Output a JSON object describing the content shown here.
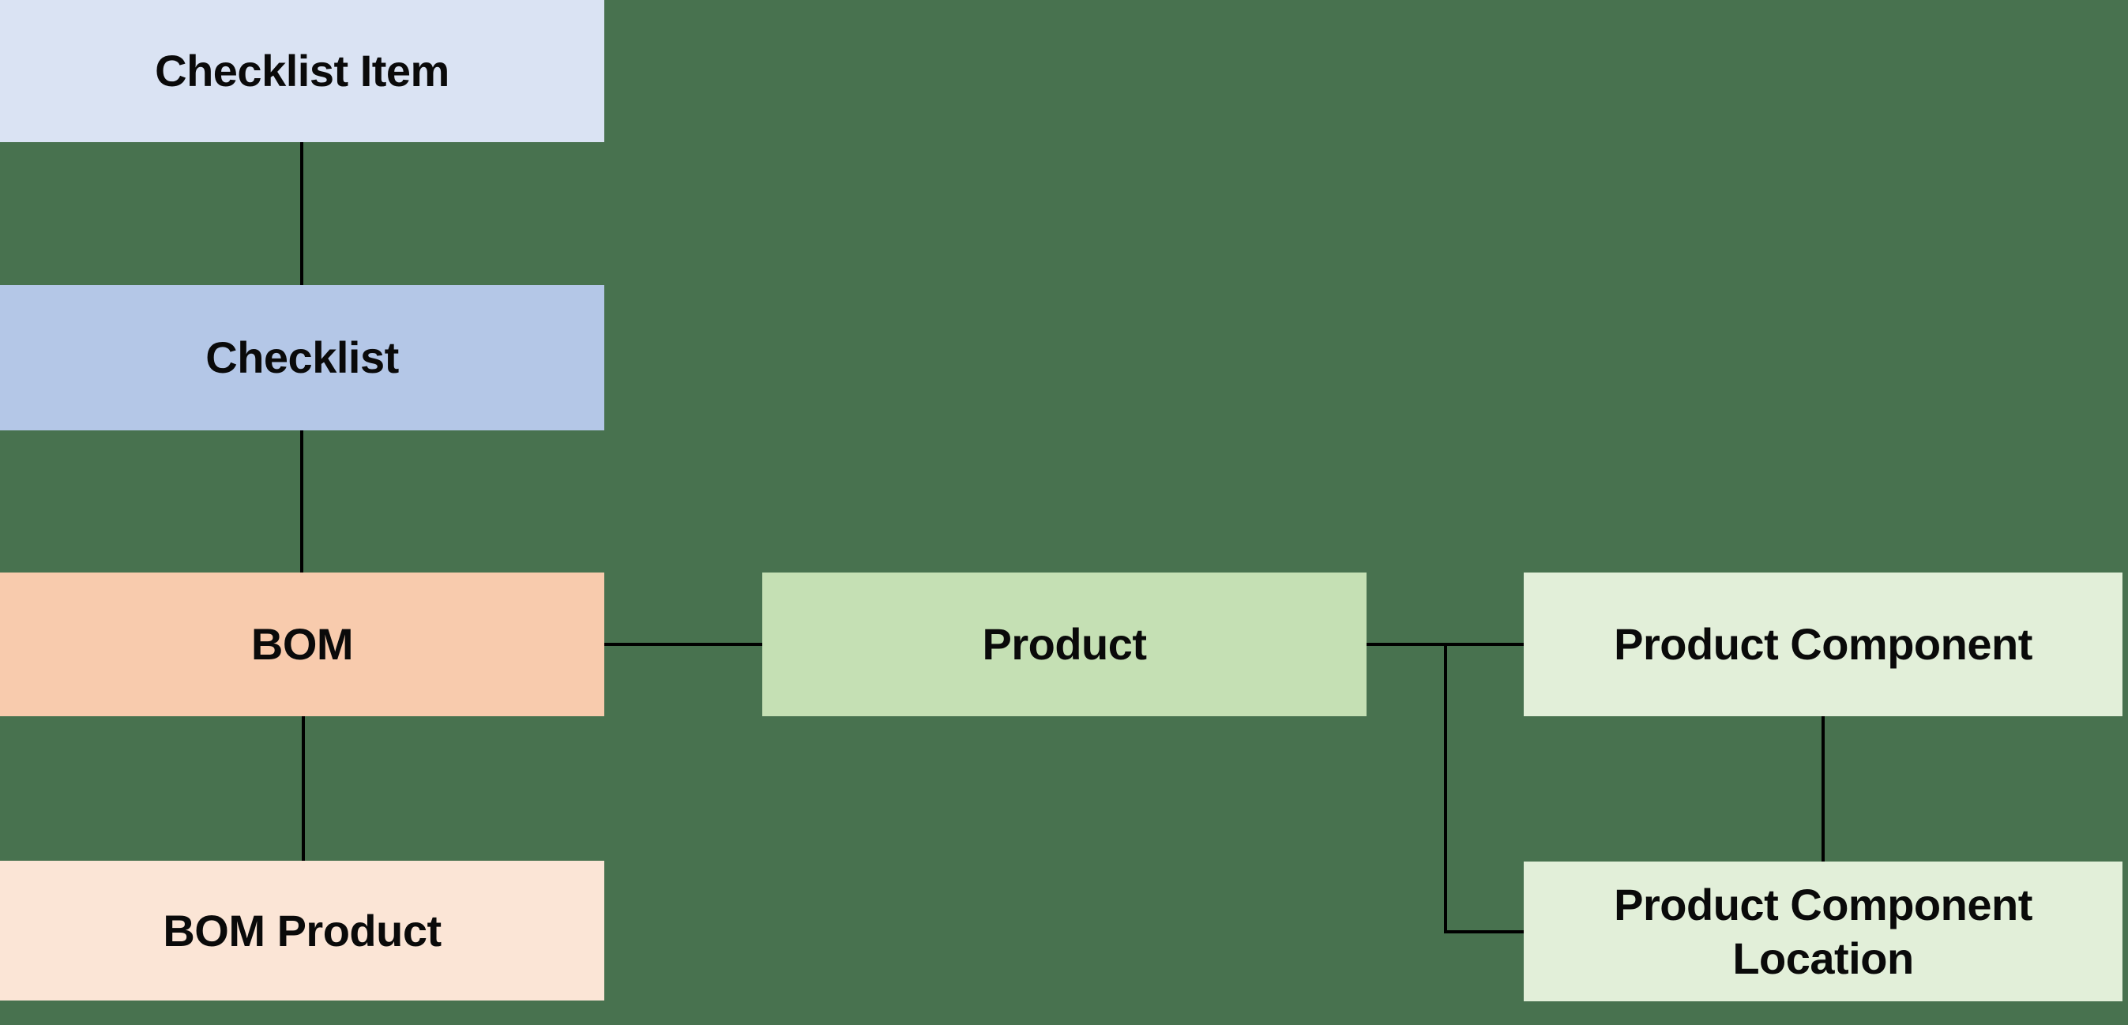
{
  "diagram": {
    "background_color": "#48724f",
    "connector_color": "#000000",
    "text_color": "#0a0a0a",
    "entities": [
      {
        "id": "checklist-item",
        "label": "Checklist Item",
        "fill": "#dae3f3"
      },
      {
        "id": "checklist",
        "label": "Checklist",
        "fill": "#b4c7e7"
      },
      {
        "id": "bom",
        "label": "BOM",
        "fill": "#f8cbad"
      },
      {
        "id": "bom-product",
        "label": "BOM Product",
        "fill": "#fbe5d6"
      },
      {
        "id": "product",
        "label": "Product",
        "fill": "#c5e0b4"
      },
      {
        "id": "product-component",
        "label": "Product Component",
        "fill": "#e2efd9"
      },
      {
        "id": "product-component-location",
        "label": "Product Component Location",
        "fill": "#e2efd9"
      }
    ],
    "relationships": [
      {
        "from": "Checklist Item",
        "to": "Checklist"
      },
      {
        "from": "Checklist",
        "to": "BOM"
      },
      {
        "from": "BOM",
        "to": "BOM Product"
      },
      {
        "from": "BOM",
        "to": "Product"
      },
      {
        "from": "Product",
        "to": "Product Component"
      },
      {
        "from": "Product",
        "to": "Product Component Location"
      },
      {
        "from": "Product Component",
        "to": "Product Component Location"
      }
    ]
  }
}
